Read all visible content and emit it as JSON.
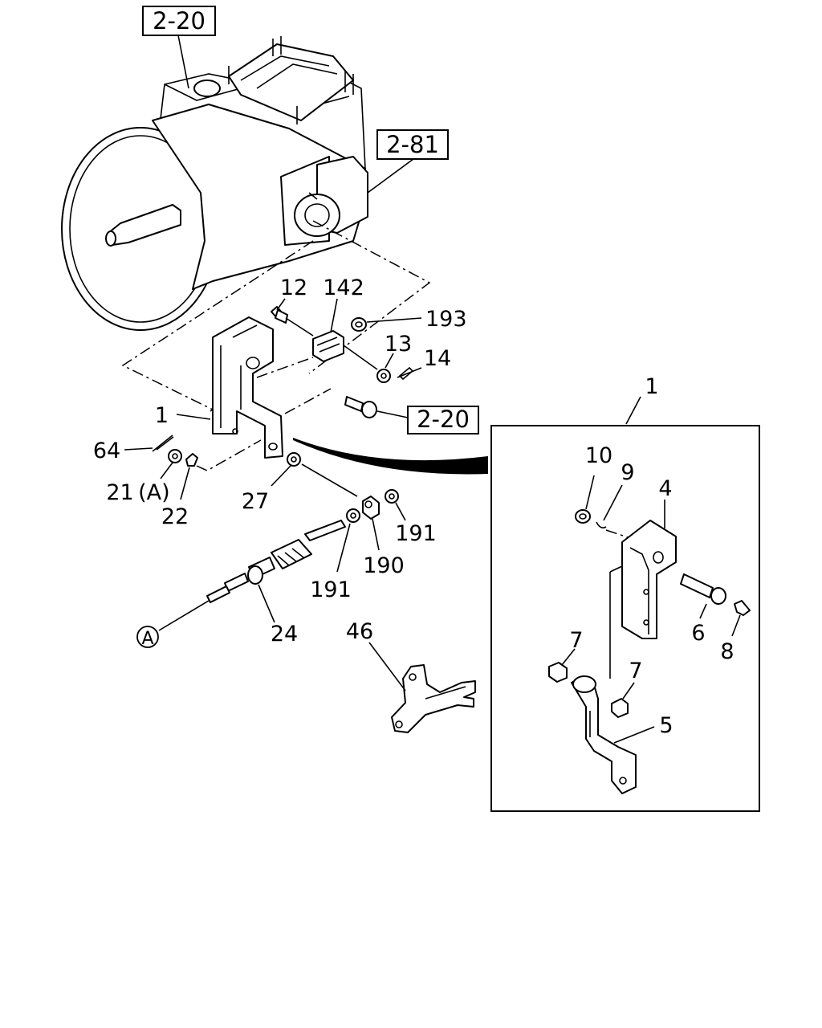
{
  "reference_boxes": {
    "top": "2-20",
    "right_upper": "2-81",
    "middle": "2-20"
  },
  "callouts": {
    "bracket_main": "1",
    "bolt_12": "12",
    "damper_142": "142",
    "nut_193": "193",
    "washer_13": "13",
    "pin_14": "14",
    "pin_64": "64",
    "washer_21": "21 (A)",
    "clip_22": "22",
    "washer_27": "27",
    "nut_191_right": "191",
    "joint_190": "190",
    "nut_191_left": "191",
    "cable_24": "24",
    "circle_a": "A",
    "lever_46": "46"
  },
  "detail": {
    "title": "1",
    "nut_10": "10",
    "clip_9": "9",
    "bracket_4": "4",
    "bolt_6": "6",
    "fitting_8": "8",
    "bushing_7_left": "7",
    "bushing_7_right": "7",
    "lever_5": "5"
  }
}
